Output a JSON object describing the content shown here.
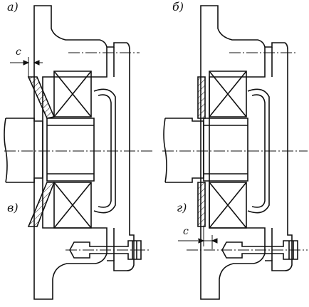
{
  "labels": {
    "a": "а)",
    "b": "б)",
    "v": "в)",
    "g": "г)",
    "clearance_left": "c",
    "clearance_right": "c"
  },
  "colors": {
    "stroke": "#111111",
    "background": "#ffffff"
  }
}
